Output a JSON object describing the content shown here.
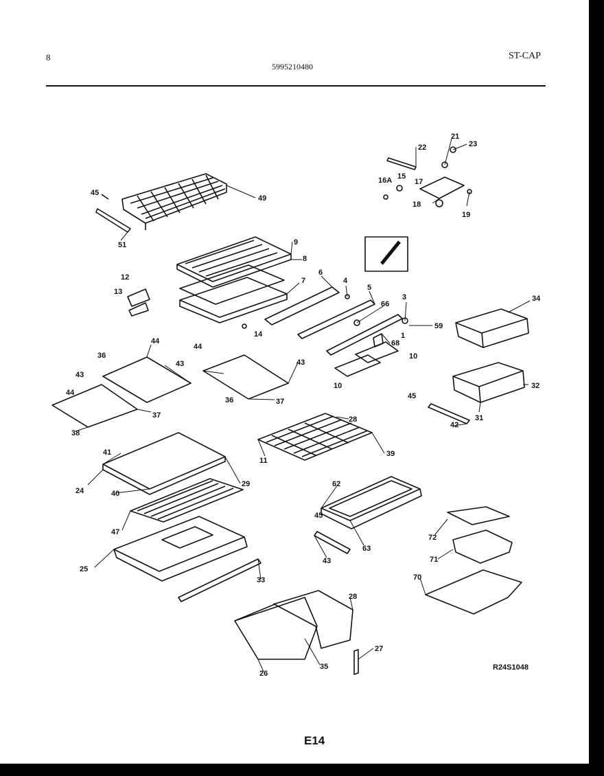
{
  "header": {
    "left": "8",
    "part_number": "5995210480",
    "model": "ST-CAP"
  },
  "footer": {
    "reference": "R24S1048",
    "page": "E14"
  },
  "callouts": [
    "45",
    "49",
    "51",
    "22",
    "21",
    "23",
    "16A",
    "15",
    "17",
    "18",
    "19",
    "9",
    "8",
    "7",
    "12",
    "13",
    "6",
    "4",
    "5",
    "14",
    "66",
    "3",
    "59",
    "34",
    "68",
    "1",
    "10",
    "10",
    "36",
    "44",
    "43",
    "43",
    "44",
    "43",
    "37",
    "36",
    "37",
    "44",
    "38",
    "32",
    "31",
    "45",
    "42",
    "28",
    "11",
    "39",
    "41",
    "29",
    "24",
    "40",
    "62",
    "45",
    "63",
    "43",
    "47",
    "25",
    "72",
    "71",
    "33",
    "70",
    "28",
    "26",
    "35",
    "27"
  ]
}
